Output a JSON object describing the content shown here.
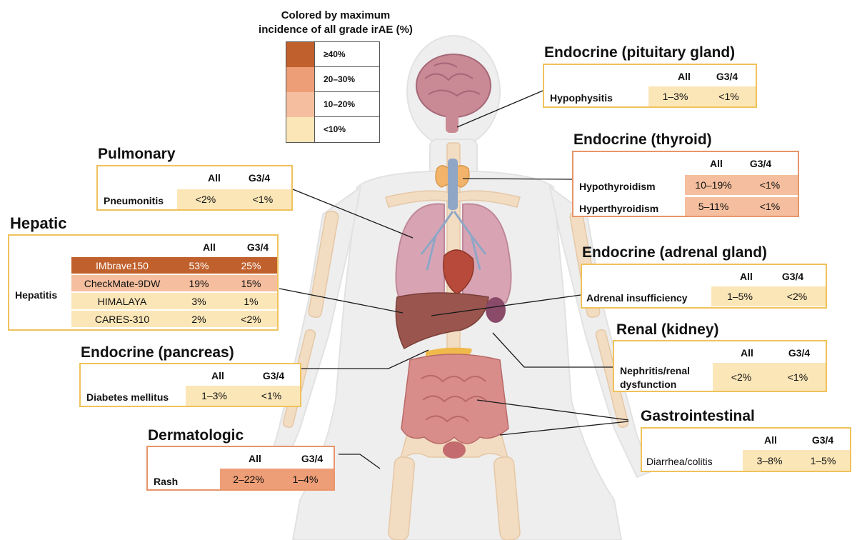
{
  "legend": {
    "title_line1": "Colored by maximum",
    "title_line2": "incidence of all grade irAE (%)",
    "items": [
      {
        "label": "≥40%",
        "color": "#c0602c"
      },
      {
        "label": "20–30%",
        "color": "#ee9e76"
      },
      {
        "label": "10–20%",
        "color": "#f5bf9f"
      },
      {
        "label": "<10%",
        "color": "#fbe6b8"
      }
    ]
  },
  "headers": {
    "all": "All",
    "g34": "G3/4"
  },
  "pituitary": {
    "title": "Endocrine (pituitary gland)",
    "rows": [
      {
        "label": "Hypophysitis",
        "all": "1–3%",
        "g34": "<1%"
      }
    ]
  },
  "thyroid": {
    "title": "Endocrine (thyroid)",
    "rows": [
      {
        "label": "Hypothyroidism",
        "all": "10–19%",
        "g34": "<1%"
      },
      {
        "label": "Hyperthyroidism",
        "all": "5–11%",
        "g34": "<1%"
      }
    ]
  },
  "pulmonary": {
    "title": "Pulmonary",
    "rows": [
      {
        "label": "Pneumonitis",
        "all": "<2%",
        "g34": "<1%"
      }
    ]
  },
  "hepatic": {
    "title": "Hepatic",
    "group_label": "Hepatitis",
    "rows": [
      {
        "trial": "IMbrave150",
        "all": "53%",
        "g34": "25%"
      },
      {
        "trial": "CheckMate-9DW",
        "all": "19%",
        "g34": "15%"
      },
      {
        "trial": "HIMALAYA",
        "all": "3%",
        "g34": "1%"
      },
      {
        "trial": "CARES-310",
        "all": "2%",
        "g34": "<2%"
      }
    ]
  },
  "adrenal": {
    "title": "Endocrine (adrenal gland)",
    "rows": [
      {
        "label": "Adrenal insufficiency",
        "all": "1–5%",
        "g34": "<2%"
      }
    ]
  },
  "renal": {
    "title": "Renal (kidney)",
    "rows": [
      {
        "label_line1": "Nephritis/renal",
        "label_line2": "dysfunction",
        "all": "<2%",
        "g34": "<1%"
      }
    ]
  },
  "pancreas": {
    "title": "Endocrine (pancreas)",
    "rows": [
      {
        "label": "Diabetes mellitus",
        "all": "1–3%",
        "g34": "<1%"
      }
    ]
  },
  "gastro": {
    "title": "Gastrointestinal",
    "rows": [
      {
        "label": "Diarrhea/colitis",
        "all": "3–8%",
        "g34": "1–5%"
      }
    ]
  },
  "derm": {
    "title": "Dermatologic",
    "rows": [
      {
        "label": "Rash",
        "all": "2–22%",
        "g34": "1–4%"
      }
    ]
  }
}
